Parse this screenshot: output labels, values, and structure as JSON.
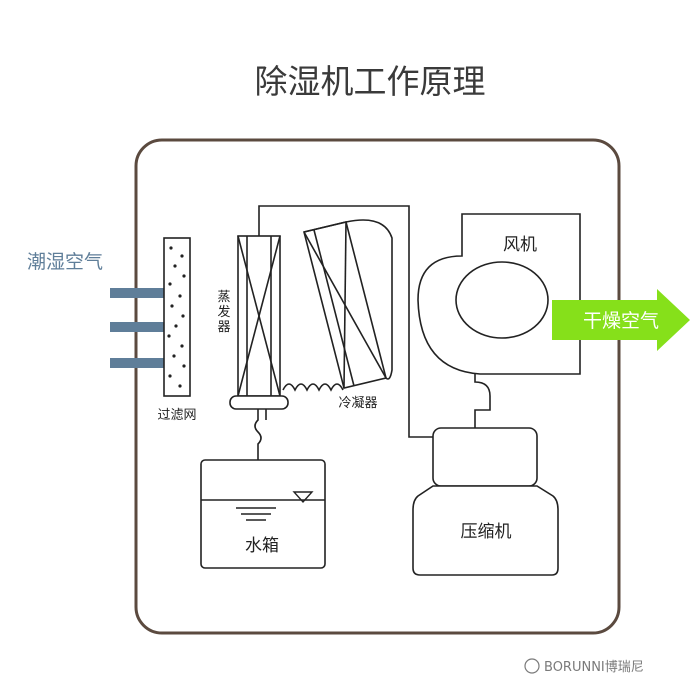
{
  "title": "除湿机工作原理",
  "inlet_label": "潮湿空气",
  "outlet_label": "干燥空气",
  "components": {
    "filter": "过滤网",
    "evaporator": "蒸发器",
    "condenser": "冷凝器",
    "fan": "风机",
    "water_tank": "水箱",
    "compressor": "压缩机"
  },
  "watermark": "BORUNNI博瑞尼",
  "colors": {
    "frame": "#5b4a3f",
    "inlet_arrow": "#5f7e99",
    "outlet_arrow": "#86e01a",
    "line": "#222222"
  }
}
